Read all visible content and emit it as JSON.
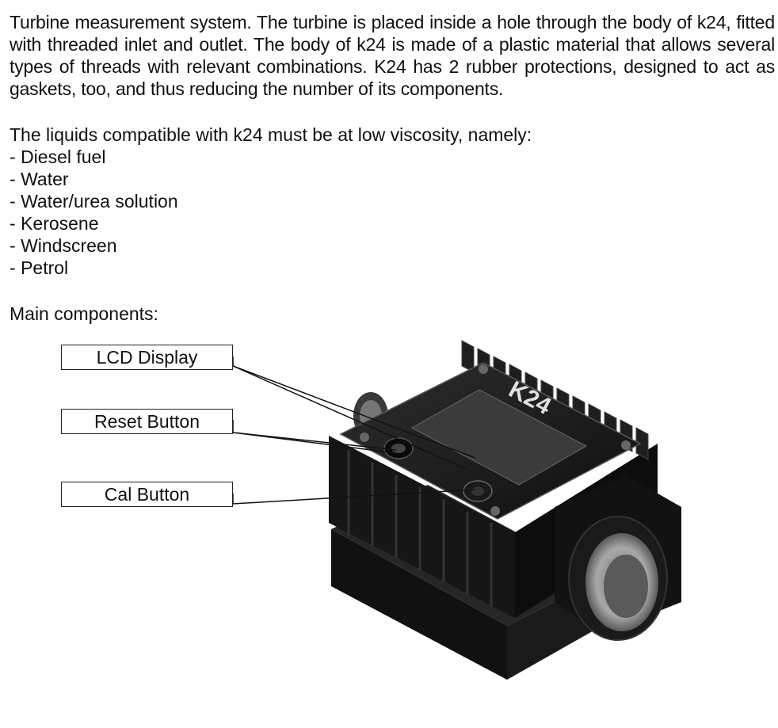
{
  "description": {
    "paragraph": "Turbine measurement system. The turbine is placed inside a hole through the body of k24,  fitted with threaded inlet and outlet. The body of k24 is made of a plastic material that allows several types of threads with relevant combinations. K24 has 2 rubber protections, designed to act as gaskets, too, and thus reducing the number of its components.",
    "liquids_intro": "The liquids compatible with k24 must be at low viscosity, namely:",
    "liquids": [
      "Diesel fuel",
      "Water",
      "Water/urea solution",
      "Kerosene",
      "Windscreen",
      "Petrol"
    ]
  },
  "components": {
    "heading": "Main components:",
    "labels": {
      "lcd": "LCD Display",
      "reset": "Reset Button",
      "cal": "Cal Button"
    }
  },
  "device": {
    "brand": "K24",
    "body_color": "#1c1c1c",
    "face_color": "#2a2a2a",
    "lcd_color": "#3a3a3a",
    "thread_color": "#8c8c8c"
  }
}
